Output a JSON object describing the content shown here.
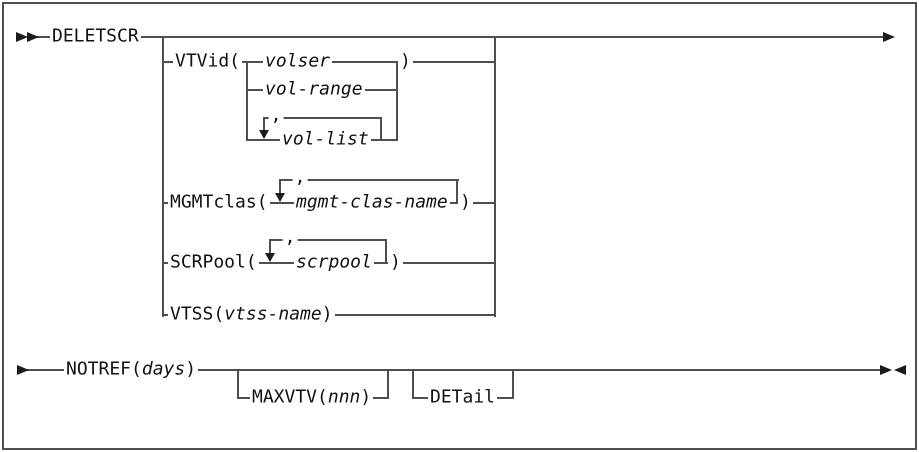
{
  "colors": {
    "line": "#4f4f4f",
    "arrow": "#1c1c1c",
    "text": "#111111",
    "bg": "#ffffff"
  },
  "statement": {
    "command": "DELETSCR",
    "vtvid": {
      "keyword": "VTVid(",
      "choices": {
        "c1": "volser",
        "c2": "vol-range",
        "c3": "vol-list"
      },
      "repeat_separator": ",",
      "close": ")"
    },
    "mgmtclas": {
      "keyword": "MGMTclas(",
      "variable": "mgmt-clas-name",
      "repeat_separator": ",",
      "close": ")"
    },
    "scrpool": {
      "keyword": "SCRPool(",
      "variable": "scrpool",
      "repeat_separator": ",",
      "close": ")"
    },
    "vtss": {
      "keyword": "VTSS(",
      "variable": "vtss-name",
      "close": ")"
    },
    "notref": {
      "keyword": "NOTREF(",
      "variable": "days",
      "close": ")"
    },
    "maxvtv": {
      "keyword": "MAXVTV(",
      "variable": "nnn",
      "close": ")"
    },
    "detail": {
      "keyword": "DETail"
    }
  }
}
